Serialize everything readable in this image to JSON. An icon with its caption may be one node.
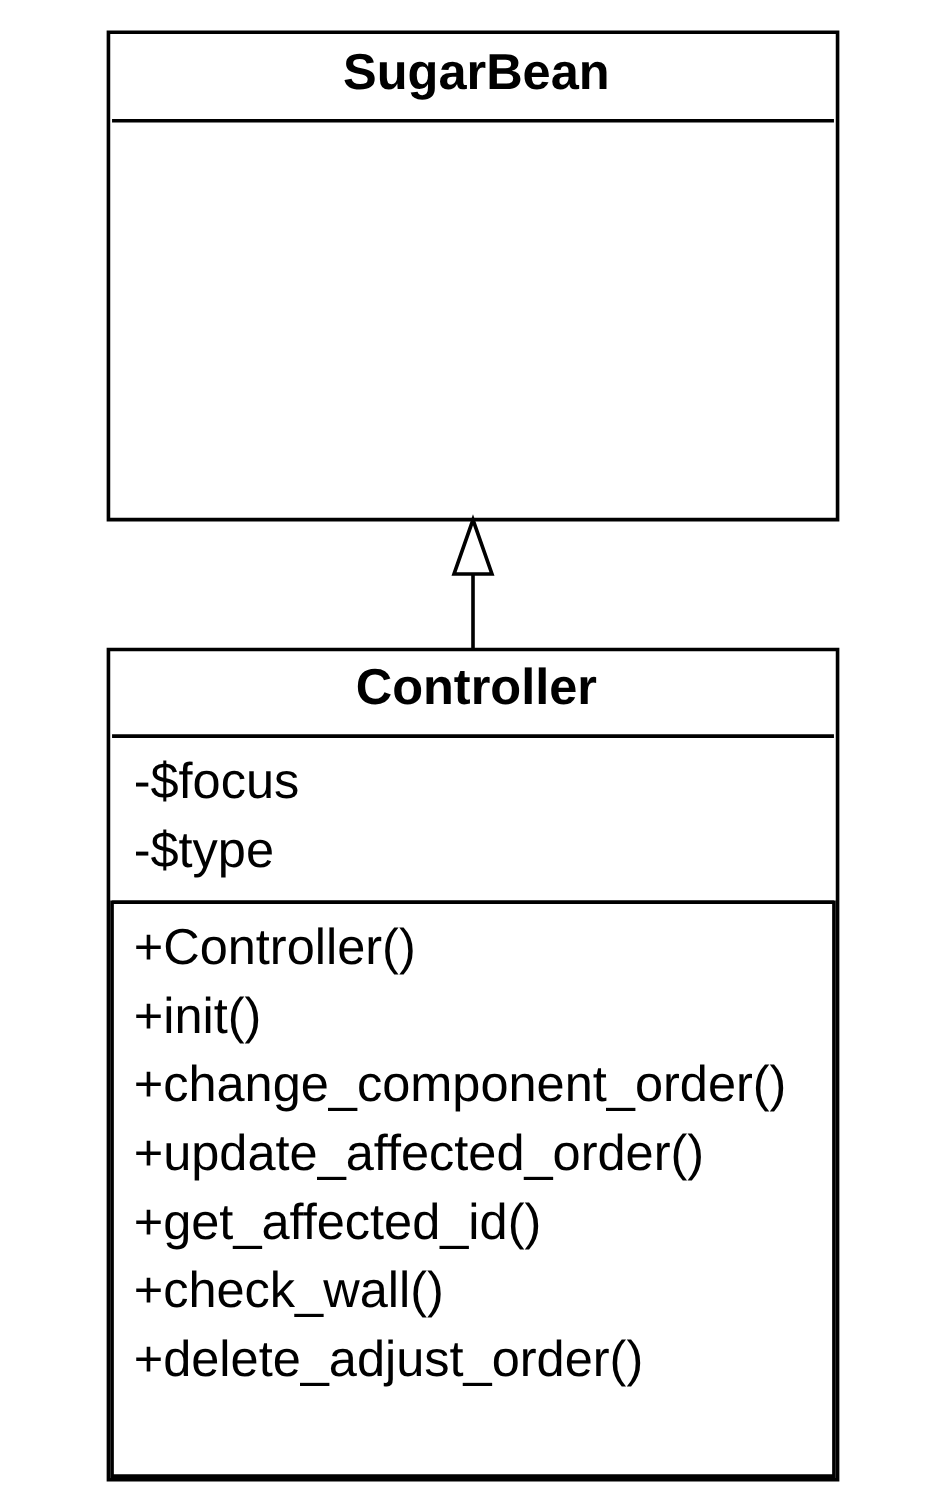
{
  "diagram": {
    "nodes": [
      {
        "text": [
          "SugarBean"
        ]
      },
      {
        "text": [
          "Controller",
          "-$focus",
          "-$type",
          "+Controller()",
          "+init()",
          "+change_component_order()",
          "+update_affected_order()",
          "+get_affected_id()",
          "+check_wall()",
          "+delete_adjust_order()"
        ]
      }
    ],
    "edges": [
      {
        "from": 1,
        "to": 0,
        "arrow": "to"
      }
    ]
  }
}
